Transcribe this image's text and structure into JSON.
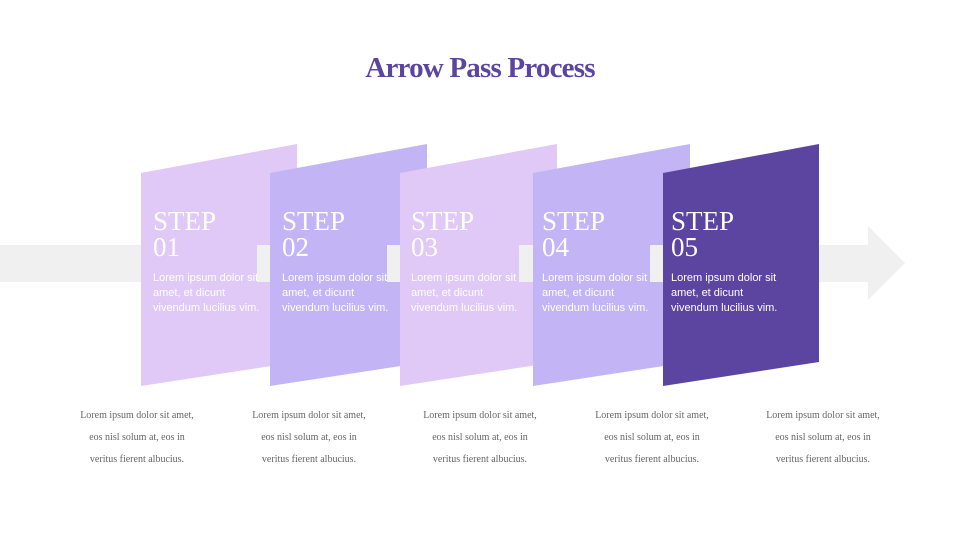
{
  "title": "Arrow Pass Process",
  "colors": {
    "title": "#5b45a0",
    "arrow": "#f0f0f0",
    "card_light_pink": "#e0c9f7",
    "card_light_violet": "#c3b5f5",
    "card_dark": "#5c45a0",
    "caption_text": "#666666"
  },
  "steps": [
    {
      "label_line1": "STEP",
      "label_line2": "01",
      "description": "Lorem ipsum dolor sit amet, et dicunt vivendum lucilius vim.",
      "color": "#e0c9f7",
      "caption": [
        "Lorem ipsum dolor sit amet,",
        "eos nisl solum at, eos in",
        "veritus fierent albucius."
      ]
    },
    {
      "label_line1": "STEP",
      "label_line2": "02",
      "description": "Lorem ipsum dolor sit amet, et dicunt vivendum lucilius vim.",
      "color": "#c3b5f5",
      "caption": [
        "Lorem ipsum dolor sit amet,",
        "eos nisl solum at, eos in",
        "veritus fierent albucius."
      ]
    },
    {
      "label_line1": "STEP",
      "label_line2": "03",
      "description": "Lorem ipsum dolor sit amet, et dicunt vivendum lucilius vim.",
      "color": "#e0c9f7",
      "caption": [
        "Lorem ipsum dolor sit amet,",
        "eos nisl solum at, eos in",
        "veritus fierent albucius."
      ]
    },
    {
      "label_line1": "STEP",
      "label_line2": "04",
      "description": "Lorem ipsum dolor sit amet, et dicunt vivendum lucilius vim.",
      "color": "#c3b5f5",
      "caption": [
        "Lorem ipsum dolor sit amet,",
        "eos nisl solum at, eos in",
        "veritus fierent albucius."
      ]
    },
    {
      "label_line1": "STEP",
      "label_line2": "05",
      "description": "Lorem ipsum dolor sit amet, et dicunt vivendum lucilius vim.",
      "color": "#5c45a0",
      "caption": [
        "Lorem ipsum dolor sit amet,",
        "eos nisl solum at, eos in",
        "veritus fierent albucius."
      ]
    }
  ]
}
